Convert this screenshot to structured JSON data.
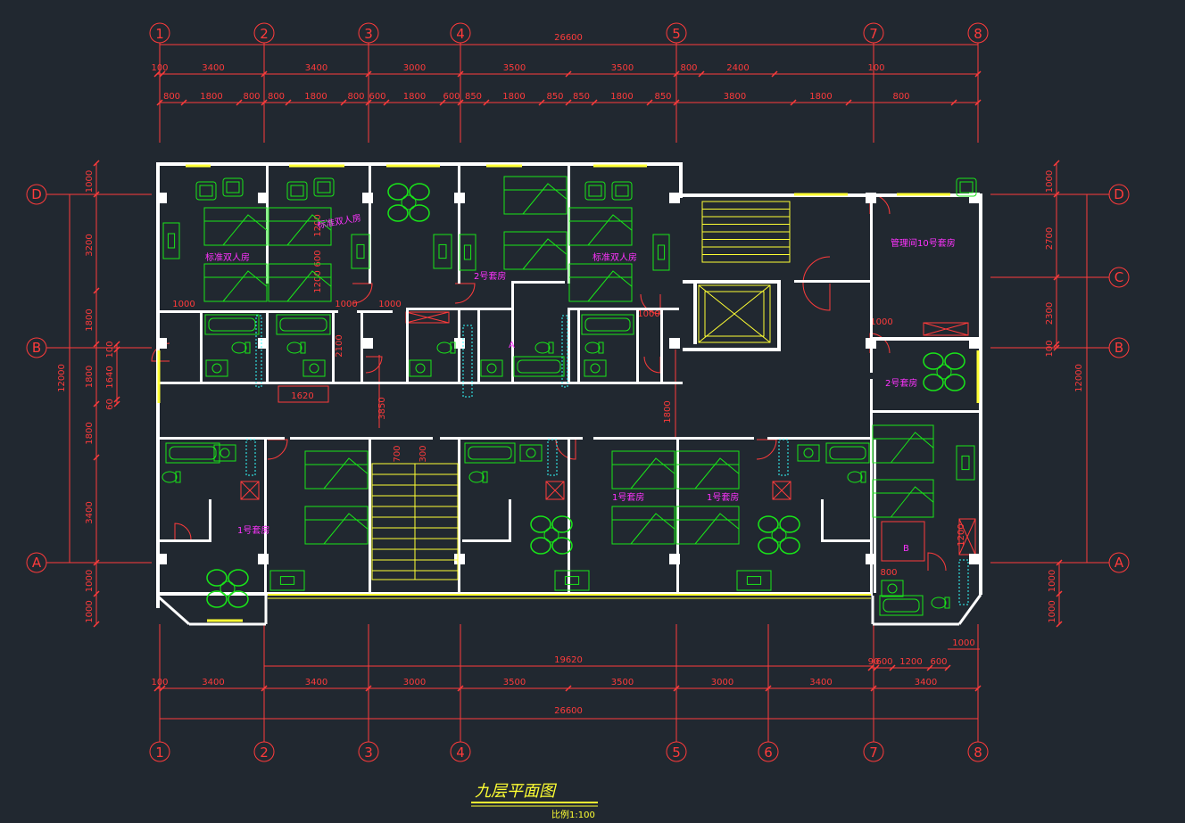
{
  "drawing": {
    "title": "九层平面图",
    "scale": "比例1:100"
  },
  "axes": {
    "columns_top": [
      {
        "id": "1",
        "label": "1"
      },
      {
        "id": "2",
        "label": "2"
      },
      {
        "id": "3",
        "label": "3"
      },
      {
        "id": "4",
        "label": "4"
      },
      {
        "id": "5",
        "label": "5"
      },
      {
        "id": "7",
        "label": "7"
      },
      {
        "id": "8",
        "label": "8"
      }
    ],
    "columns_bottom": [
      {
        "id": "1",
        "label": "1"
      },
      {
        "id": "2",
        "label": "2"
      },
      {
        "id": "3",
        "label": "3"
      },
      {
        "id": "4",
        "label": "4"
      },
      {
        "id": "5",
        "label": "5"
      },
      {
        "id": "6",
        "label": "6"
      },
      {
        "id": "7",
        "label": "7"
      },
      {
        "id": "8",
        "label": "8"
      }
    ],
    "rows": [
      {
        "id": "D",
        "label": "D"
      },
      {
        "id": "C",
        "label": "C"
      },
      {
        "id": "B",
        "label": "B"
      },
      {
        "id": "A",
        "label": "A"
      }
    ]
  },
  "dimensions": {
    "top_overall": "26600",
    "top_row1": [
      "100",
      "3400",
      "3400",
      "3000",
      "3500",
      "3500",
      "800",
      "2400",
      "100"
    ],
    "top_row2": [
      "800",
      "1800",
      "800",
      "800",
      "1800",
      "800",
      "600",
      "1800",
      "600",
      "850",
      "1800",
      "850",
      "850",
      "1800",
      "850",
      "3800",
      "1800",
      "800"
    ],
    "bottom_row1": [
      "100",
      "3400",
      "3400",
      "3000",
      "3500",
      "3500",
      "3000",
      "3400",
      "3400"
    ],
    "bottom_overall": "26600",
    "bottom_partial": "19620",
    "bottom_right": [
      "90",
      "600",
      "1200",
      "600",
      "1000"
    ],
    "left_vertical": [
      "1000",
      "3200",
      "1800",
      "1800",
      "1800",
      "3400",
      "1000",
      "1000"
    ],
    "left_overall": "12000",
    "left_inner": [
      "100",
      "1640",
      "60"
    ],
    "right_vertical": [
      "1000",
      "2700",
      "2300",
      "100"
    ],
    "right_overall": "12000",
    "right_lower": [
      "1000",
      "1000"
    ],
    "interior": [
      "1000",
      "1000",
      "1000",
      "1000",
      "1000",
      "2100",
      "1620",
      "3850",
      "1800",
      "1200",
      "600",
      "1200",
      "700",
      "300",
      "1200",
      "800"
    ]
  },
  "rooms": [
    {
      "id": "std-1",
      "label": "标准双人房"
    },
    {
      "id": "std-2",
      "label": "标准双人房"
    },
    {
      "id": "std-3",
      "label": "标准双人房"
    },
    {
      "id": "suite2-top",
      "label": "2号套房"
    },
    {
      "id": "admin",
      "label": "管理间10号套房"
    },
    {
      "id": "suite2-right",
      "label": "2号套房"
    },
    {
      "id": "suite1-left",
      "label": "1号套房"
    },
    {
      "id": "suite1-mid1",
      "label": "1号套房"
    },
    {
      "id": "suite1-mid2",
      "label": "1号套房"
    },
    {
      "id": "mark-a",
      "label": "A"
    },
    {
      "id": "mark-b",
      "label": "B"
    }
  ],
  "colors": {
    "background": "#212830",
    "walls": "#ffffff",
    "dimensions": "#ff3b3b",
    "furniture": "#19e619",
    "fixtures": "#ffff33",
    "room_labels": "#ff33ff",
    "glass": "#33ffff"
  }
}
